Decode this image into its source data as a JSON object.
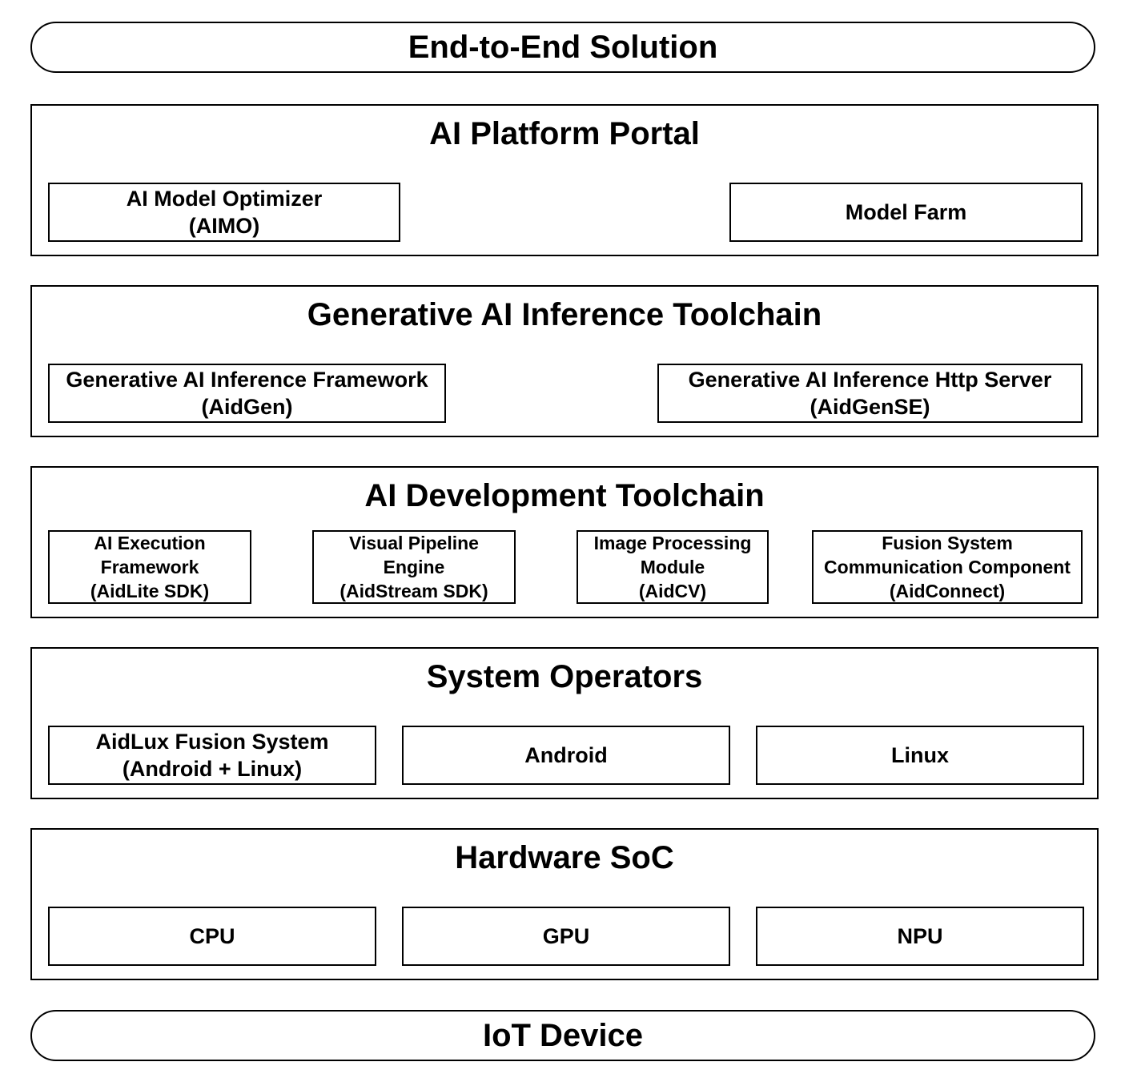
{
  "top_banner": "End-to-End Solution",
  "bottom_banner": "IoT Device",
  "layers": {
    "ai_platform_portal": {
      "title": "AI Platform Portal",
      "items": [
        "AI Model Optimizer\n(AIMO)",
        "Model Farm"
      ]
    },
    "generative_ai_toolchain": {
      "title": "Generative AI Inference Toolchain",
      "items": [
        "Generative AI Inference Framework\n(AidGen)",
        "Generative AI Inference Http Server\n(AidGenSE)"
      ]
    },
    "ai_development_toolchain": {
      "title": "AI Development Toolchain",
      "items": [
        "AI Execution\nFramework\n(AidLite SDK)",
        "Visual Pipeline\nEngine\n(AidStream SDK)",
        "Image Processing\nModule\n(AidCV)",
        "Fusion System\nCommunication Component\n(AidConnect)"
      ]
    },
    "system_operators": {
      "title": "System Operators",
      "items": [
        "AidLux Fusion System\n(Android + Linux)",
        "Android",
        "Linux"
      ]
    },
    "hardware_soc": {
      "title": "Hardware SoC",
      "items": [
        "CPU",
        "GPU",
        "NPU"
      ]
    }
  }
}
